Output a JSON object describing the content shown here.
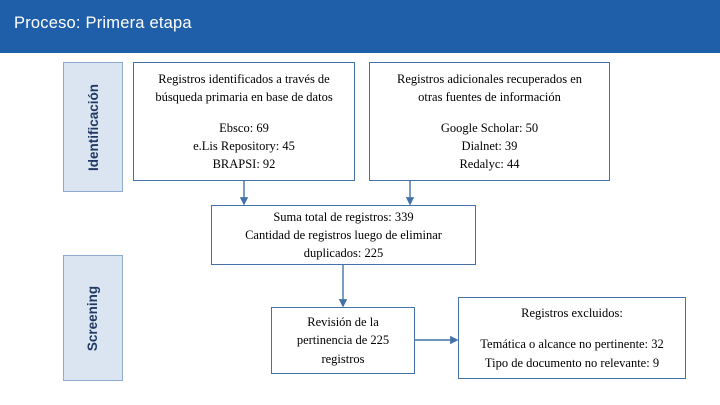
{
  "header": {
    "title": "Proceso: Primera etapa",
    "bar_color": "#1f5ea8"
  },
  "side_labels": {
    "identificacion": "Identificación",
    "screening": "Screening"
  },
  "boxes": {
    "primaria": {
      "title_line1": "Registros identificados a través de",
      "title_line2": "búsqueda primaria en base de datos",
      "items": [
        "Ebsco: 69",
        "e.Lis Repository: 45",
        "BRAPSI: 92"
      ]
    },
    "adicionales": {
      "title_line1": "Registros adicionales recuperados en",
      "title_line2": "otras fuentes de información",
      "items": [
        "Google Scholar: 50",
        "Dialnet: 39",
        "Redalyc: 44"
      ]
    },
    "suma": {
      "line1": "Suma total de registros: 339",
      "line2": "Cantidad de registros luego de eliminar",
      "line3": "duplicados: 225"
    },
    "revision": {
      "line1": "Revisión de la",
      "line2": "pertinencia de 225",
      "line3": "registros"
    },
    "excluidos": {
      "title": "Registros excluidos:",
      "line1": "Temática o alcance no pertinente: 32",
      "line2": "Tipo de documento no relevante: 9"
    }
  },
  "colors": {
    "box_border": "#4472a8",
    "side_fill": "#dbe5f1",
    "side_text": "#1f3864",
    "arrow": "#4472a8"
  }
}
